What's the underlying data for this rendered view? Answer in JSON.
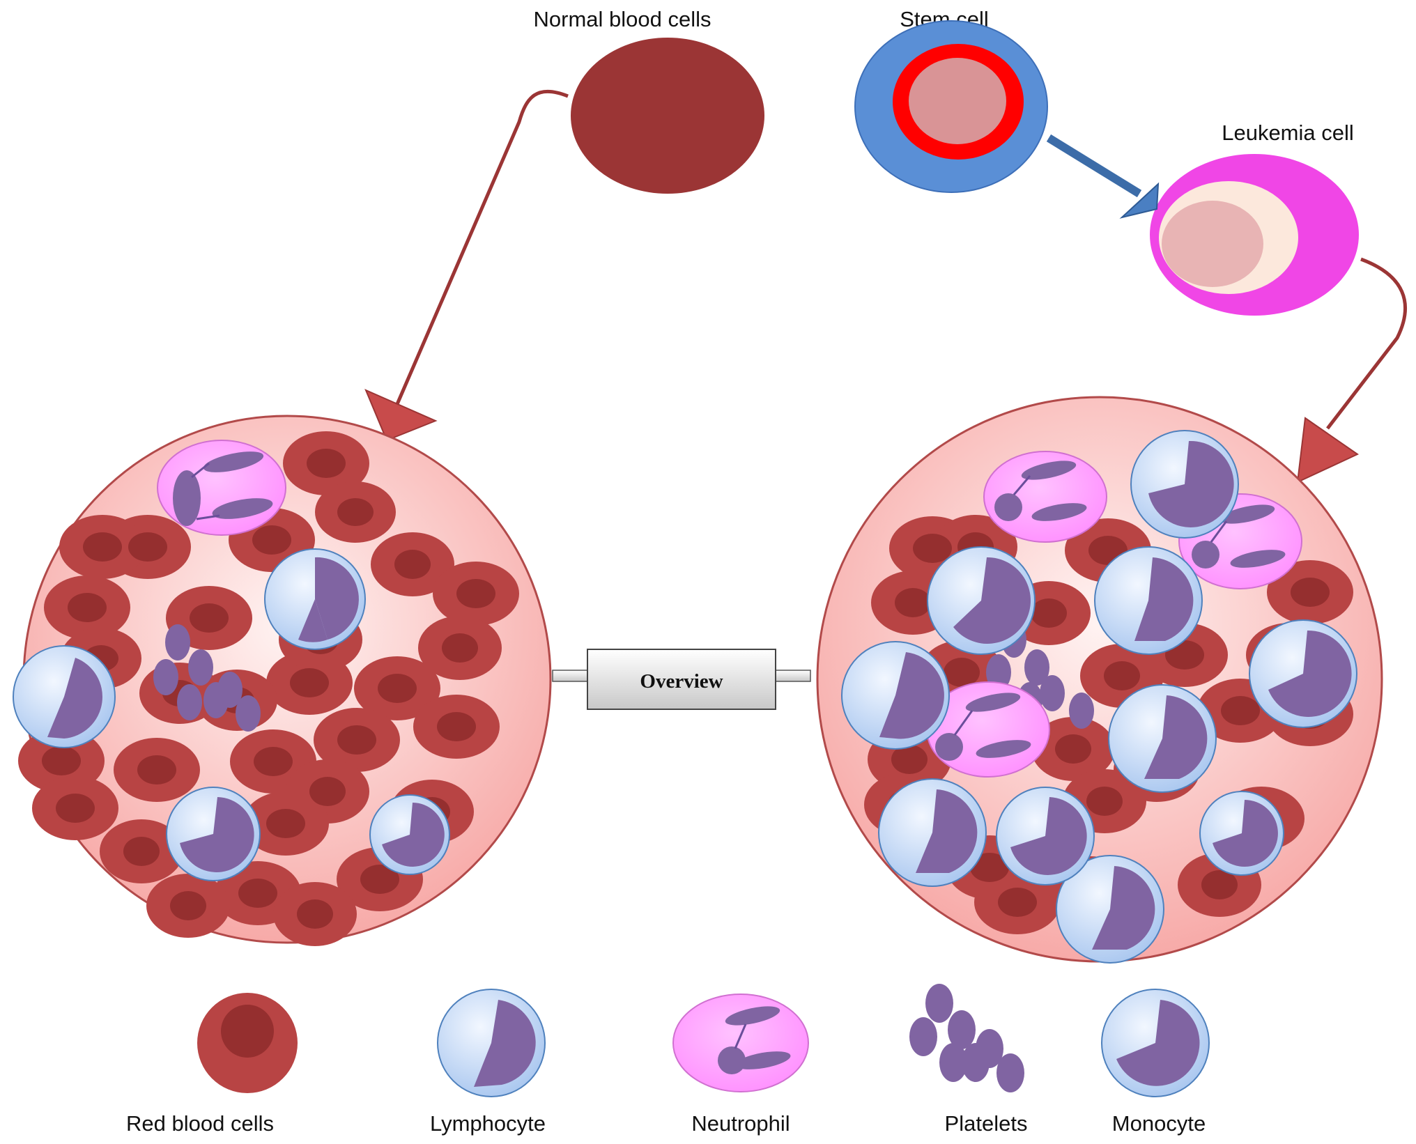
{
  "labels": {
    "normal_blood_cells": "Normal blood cells",
    "stem_cell": "Stem cell",
    "leukemia_cell": "Leukemia cell",
    "overview": "Overview"
  },
  "legend": [
    {
      "key": "red-blood-cell",
      "label": "Red blood cells"
    },
    {
      "key": "lymphocyte",
      "label": "Lymphocyte"
    },
    {
      "key": "neutrophil",
      "label": "Neutrophil"
    },
    {
      "key": "platelets",
      "label": "Platelets"
    },
    {
      "key": "monocyte",
      "label": "Monocyte"
    }
  ],
  "colors": {
    "rbc": "#9b3535",
    "rbc_light": "#c14f4f",
    "stem_outer": "#5a8fd6",
    "stem_mid": "#ff0000",
    "stem_inner": "#d99496",
    "leuk_outer": "#f046e6",
    "leuk_mid": "#fce8dc",
    "leuk_inner": "#e8b4b4",
    "wbc_fill": "#cfe0f8",
    "wbc_edge": "#4f81bd",
    "nucleus": "#8064a2",
    "neut_fill": "#ff99ff",
    "arrow_red": "#9b3535",
    "arrow_blue": "#3c6ca8",
    "circle_fill": "#fbd0ce"
  }
}
